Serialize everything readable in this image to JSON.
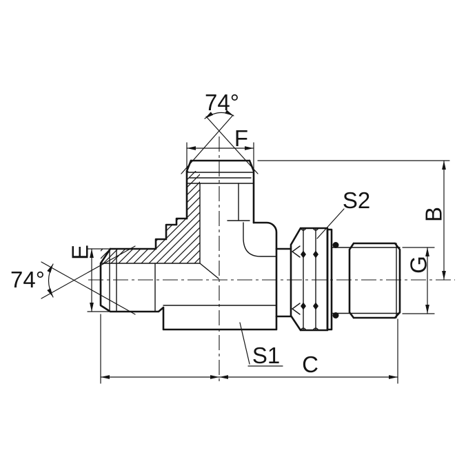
{
  "drawing": {
    "labels": {
      "top_angle": "74°",
      "left_angle": "74°",
      "top_port_dim": "F",
      "left_port_dim": "E",
      "height_dim": "B",
      "thread_dim": "G",
      "length_dim": "C",
      "body_wrench": "S1",
      "nut_wrench": "S2"
    },
    "colors": {
      "line": "#141414",
      "background": "#ffffff"
    }
  }
}
